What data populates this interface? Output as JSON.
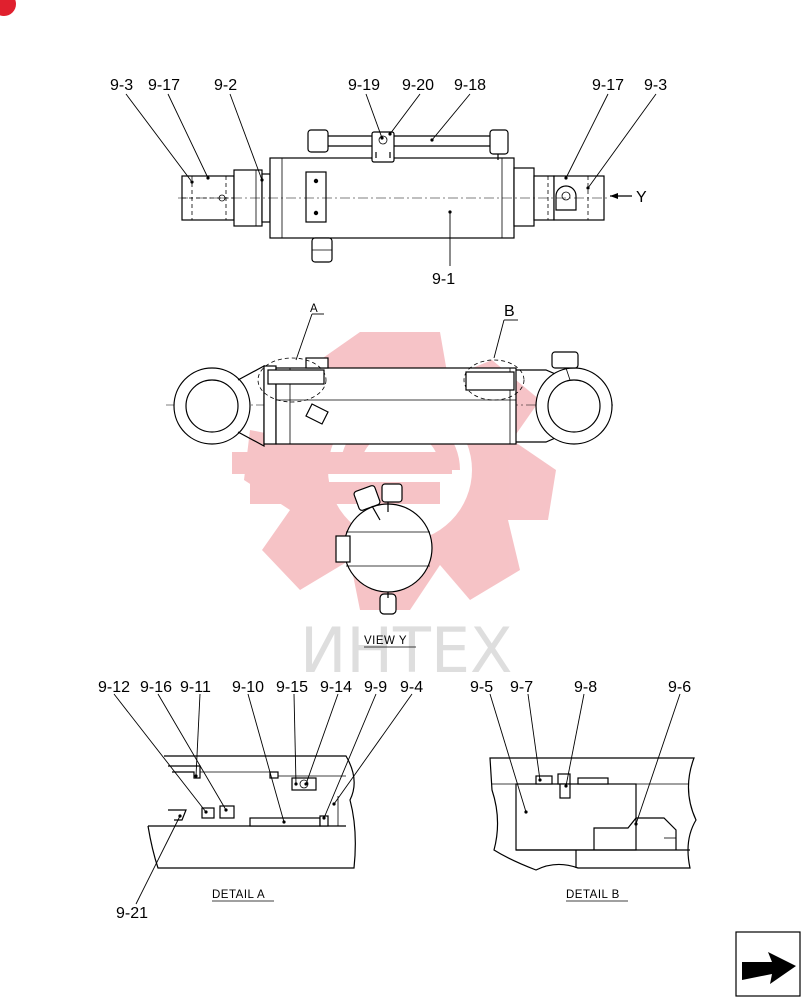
{
  "top_view": {
    "labels": [
      "9-3",
      "9-17",
      "9-2",
      "9-19",
      "9-20",
      "9-18",
      "9-17",
      "9-3",
      "9-1"
    ],
    "arrow_label": "Y"
  },
  "side_view": {
    "callouts": [
      "A",
      "B"
    ]
  },
  "view_y": {
    "caption": "VIEW  Y"
  },
  "detail_a": {
    "labels": [
      "9-12",
      "9-16",
      "9-11",
      "9-10",
      "9-15",
      "9-14",
      "9-9",
      "9-4",
      "9-21"
    ],
    "caption": "DETAIL  A"
  },
  "detail_b": {
    "labels": [
      "9-5",
      "9-7",
      "9-8",
      "9-6"
    ],
    "caption": "DETAIL  B"
  },
  "watermark": {
    "text": "ИНТЕХ",
    "color": "#f5b9bd"
  },
  "colors": {
    "line": "#000000",
    "watermark": "#f5b9bd",
    "badge": "#e0202e"
  },
  "icons": [
    "corner-badge-icon",
    "nav-next-arrow-icon"
  ]
}
